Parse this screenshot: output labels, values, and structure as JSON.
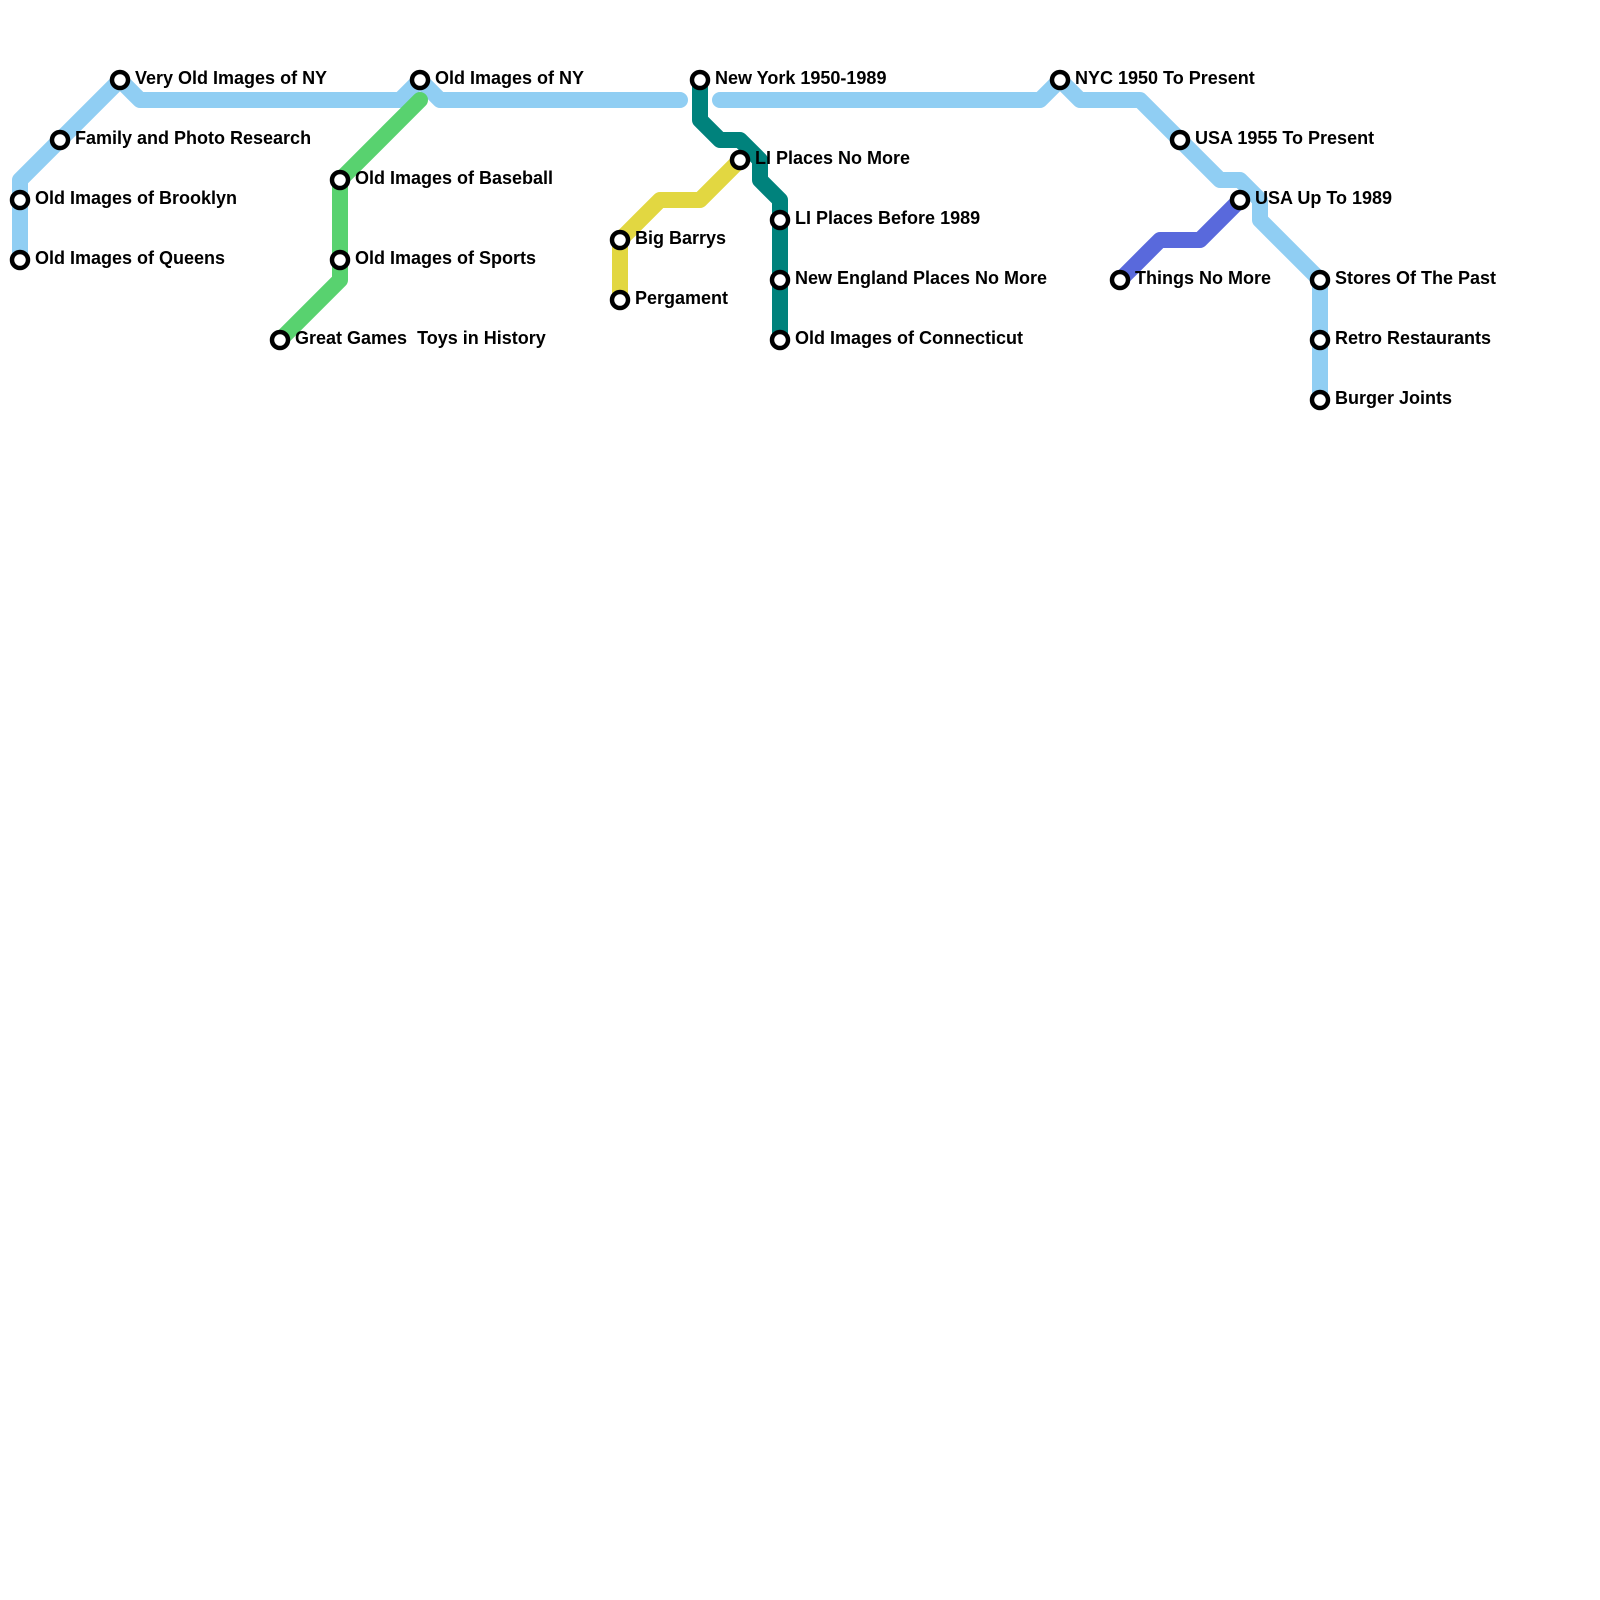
{
  "lines": {
    "light_blue": {
      "color": "#90cef3"
    },
    "green": {
      "color": "#58d26f"
    },
    "yellow": {
      "color": "#e2d741"
    },
    "teal": {
      "color": "#00827c"
    },
    "indigo": {
      "color": "#5969dc"
    }
  },
  "stations": {
    "very_old_images_of_ny": "Very Old Images of NY",
    "old_images_of_ny": "Old Images of NY",
    "new_york_1950_1989": "New York 1950-1989",
    "nyc_1950_to_present": "NYC 1950 To Present",
    "family_and_photo_research": "Family and Photo Research",
    "usa_1955_to_present": "USA 1955 To Present",
    "li_places_no_more": "LI Places No More",
    "old_images_of_baseball": "Old Images of Baseball",
    "old_images_of_brooklyn": "Old Images of Brooklyn",
    "usa_up_to_1989": "USA Up To 1989",
    "li_places_before_1989": "LI Places Before 1989",
    "big_barrys": "Big Barrys",
    "old_images_of_queens": "Old Images of Queens",
    "old_images_of_sports": "Old Images of Sports",
    "new_england_places_no_more": "New England Places No More",
    "things_no_more": "Things No More",
    "stores_of_the_past": "Stores Of The Past",
    "pergament": "Pergament",
    "great_games_toys_in_history": "Great Games  Toys in History",
    "old_images_of_connecticut": "Old Images of Connecticut",
    "retro_restaurants": "Retro Restaurants",
    "burger_joints": "Burger Joints"
  }
}
